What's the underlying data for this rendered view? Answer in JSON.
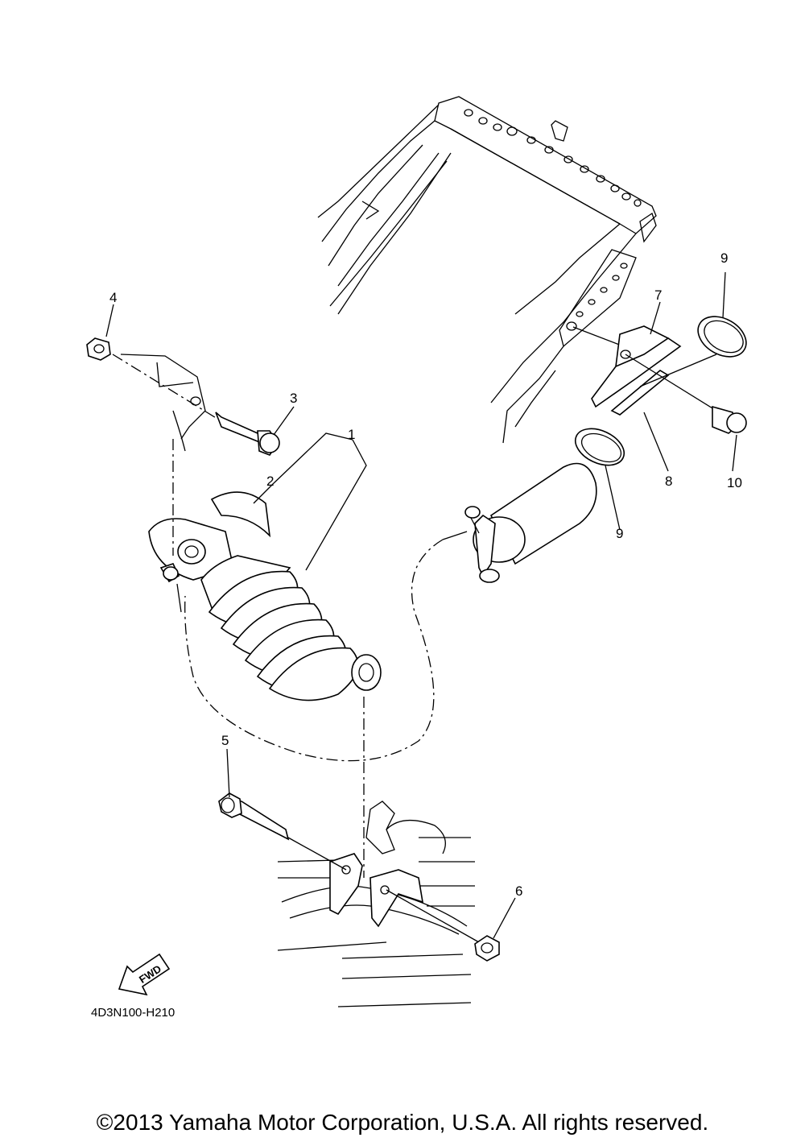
{
  "diagram": {
    "callouts": [
      {
        "id": "1",
        "label": "1"
      },
      {
        "id": "2",
        "label": "2"
      },
      {
        "id": "3",
        "label": "3"
      },
      {
        "id": "4",
        "label": "4"
      },
      {
        "id": "5",
        "label": "5"
      },
      {
        "id": "6",
        "label": "6"
      },
      {
        "id": "7",
        "label": "7"
      },
      {
        "id": "8",
        "label": "8"
      },
      {
        "id": "9a",
        "label": "9"
      },
      {
        "id": "9b",
        "label": "9"
      },
      {
        "id": "10",
        "label": "10"
      }
    ],
    "fwd_arrow_label": "FWD",
    "diagram_code": "4D3N100-H210"
  },
  "footer": {
    "copyright": "©2013 Yamaha Motor Corporation, U.S.A. All rights reserved."
  }
}
